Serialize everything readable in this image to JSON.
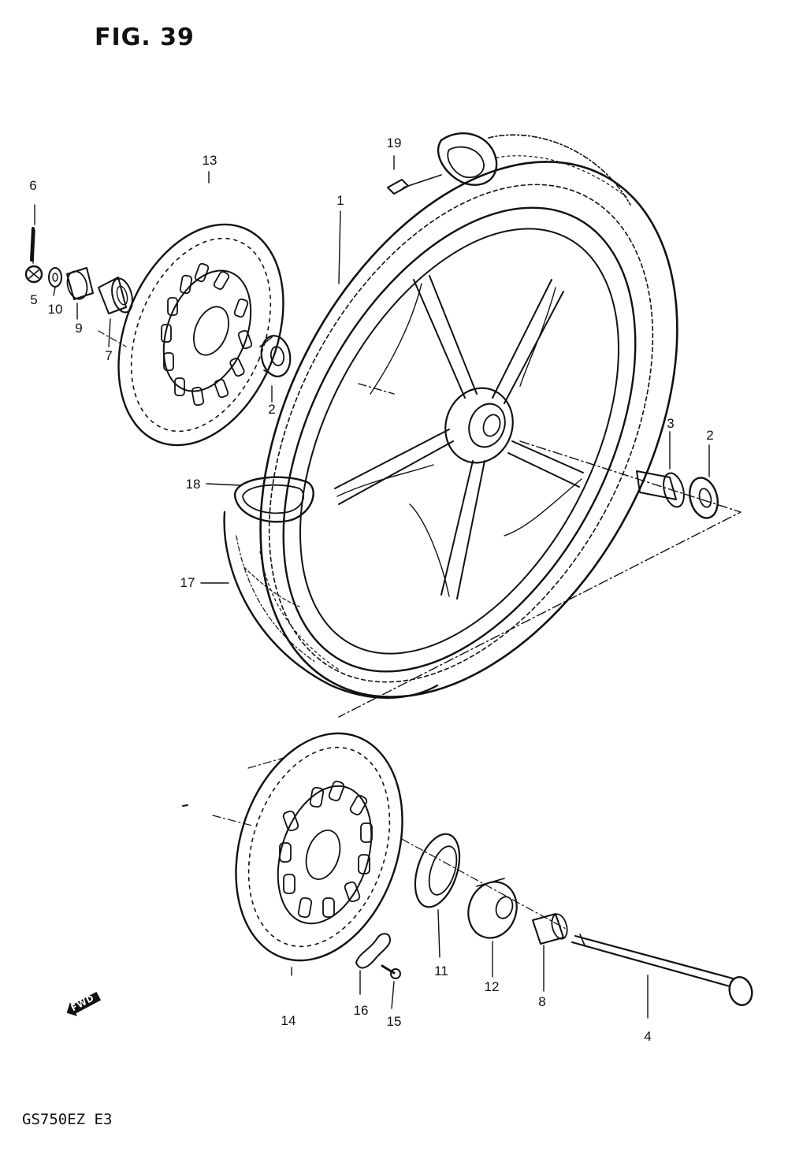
{
  "figure": {
    "title": "FIG. 39",
    "model_code": "GS750EZ  E3",
    "direction_marker": "FWD"
  },
  "callouts": [
    {
      "id": "1",
      "label": "1"
    },
    {
      "id": "2a",
      "label": "2"
    },
    {
      "id": "2b",
      "label": "2"
    },
    {
      "id": "3",
      "label": "3"
    },
    {
      "id": "4",
      "label": "4"
    },
    {
      "id": "5",
      "label": "5"
    },
    {
      "id": "6",
      "label": "6"
    },
    {
      "id": "7",
      "label": "7"
    },
    {
      "id": "8",
      "label": "8"
    },
    {
      "id": "9",
      "label": "9"
    },
    {
      "id": "10",
      "label": "10"
    },
    {
      "id": "11",
      "label": "11"
    },
    {
      "id": "12",
      "label": "12"
    },
    {
      "id": "13",
      "label": "13"
    },
    {
      "id": "14",
      "label": "14"
    },
    {
      "id": "15",
      "label": "15"
    },
    {
      "id": "16",
      "label": "16"
    },
    {
      "id": "17",
      "label": "17"
    },
    {
      "id": "18",
      "label": "18"
    },
    {
      "id": "19",
      "label": "19"
    }
  ]
}
